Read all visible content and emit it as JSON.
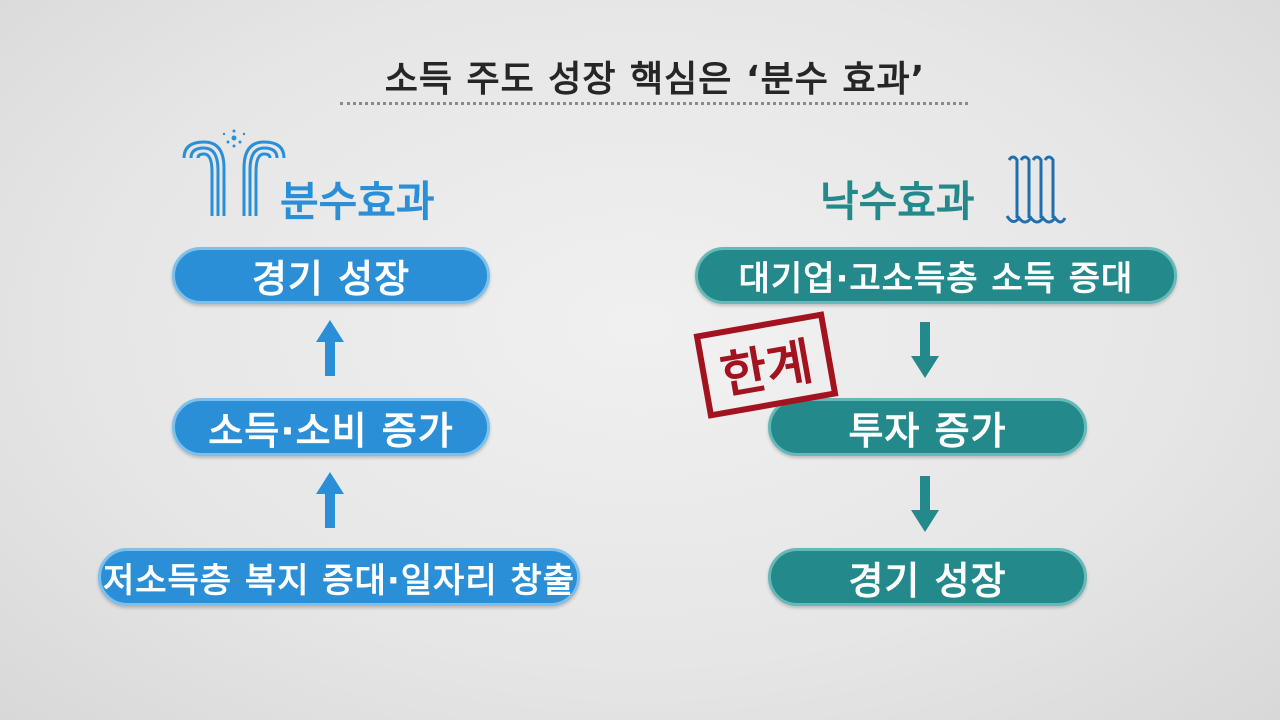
{
  "title": "소득 주도 성장 핵심은 ‘분수 효과’",
  "left": {
    "label": "분수효과",
    "icon": "fountain-icon",
    "color": "#2a8fd6",
    "steps": [
      "경기 성장",
      "소득·소비 증가",
      "저소득층 복지 증대·일자리 창출"
    ]
  },
  "right": {
    "label": "낙수효과",
    "icon": "waterfall-icon",
    "color": "#24898a",
    "steps": [
      "대기업·고소득층 소득 증대",
      "투자 증가",
      "경기 성장"
    ],
    "stamp": "한계",
    "stamp_color": "#a3121f"
  }
}
